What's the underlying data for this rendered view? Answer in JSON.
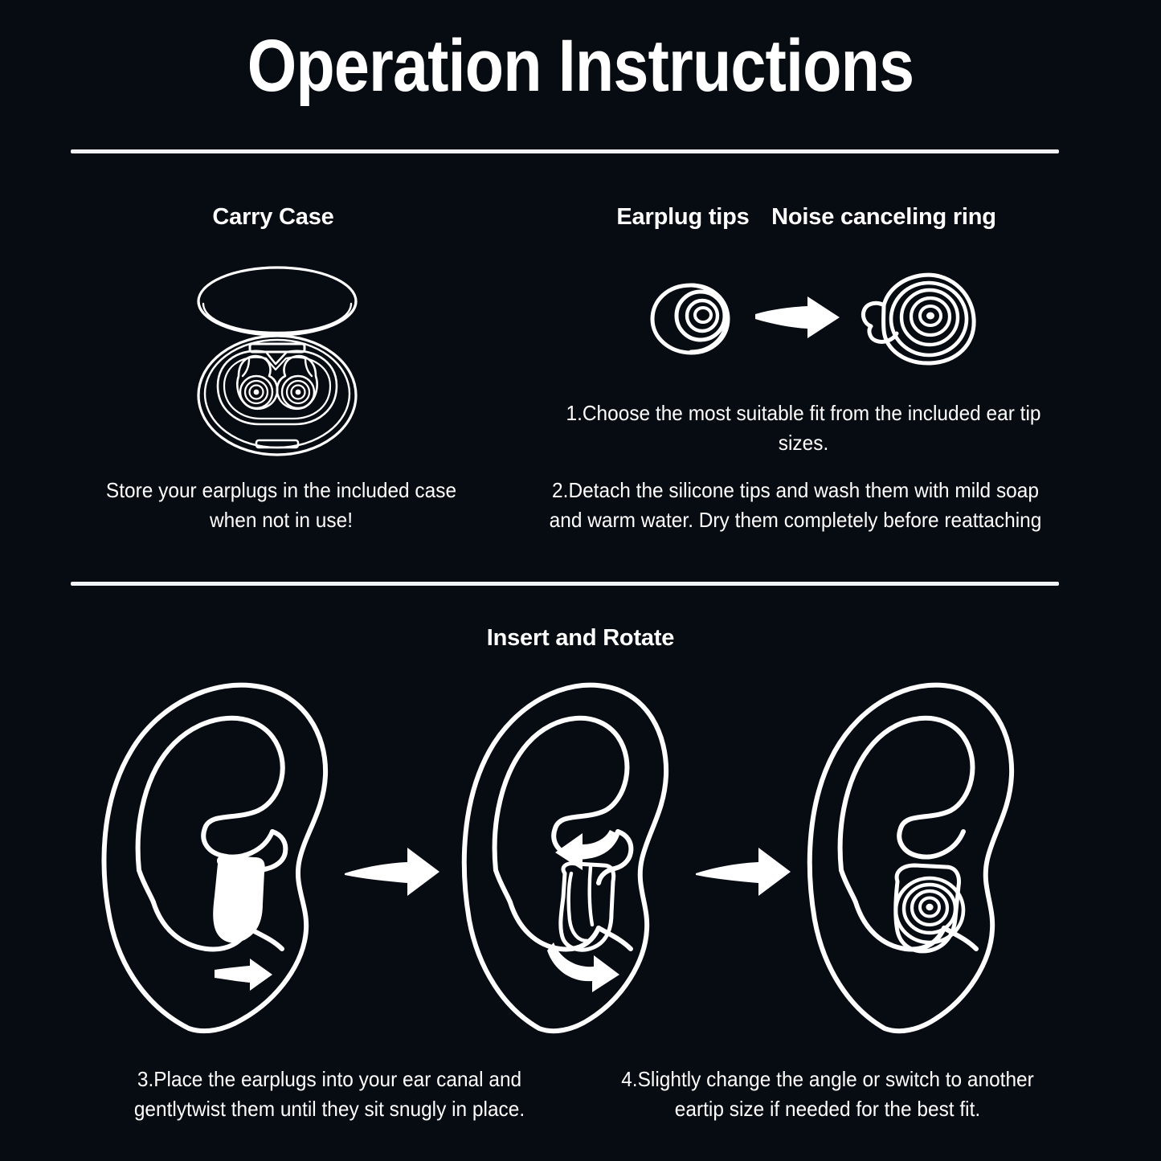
{
  "page": {
    "title": "Operation Instructions",
    "background_color": "#070b12",
    "foreground_color": "#ffffff"
  },
  "sections": {
    "top": {
      "carry_case": {
        "heading": "Carry Case",
        "illustration": "carry-case-open-with-two-earplugs",
        "caption": "Store your earplugs in the included case when not in use!"
      },
      "earplug_tips": {
        "heading": "Earplug tips",
        "illustration": "silicone-ear-tip"
      },
      "noise_canceling_ring": {
        "heading": "Noise canceling ring",
        "illustration": "earplug-with-noise-canceling-ring"
      },
      "arrow": "right-arrow-icon",
      "steps": [
        {
          "number": "1.",
          "text": "1.Choose the most suitable fit from the included ear tip sizes."
        },
        {
          "number": "2.",
          "text": "2.Detach the silicone tips and wash them with mild soap and warm water. Dry them completely before reattaching"
        }
      ]
    },
    "bottom": {
      "heading": "Insert and Rotate",
      "illustrations": [
        "ear-with-earplug-entering",
        "ear-with-rotation-arrows",
        "ear-with-earplug-seated"
      ],
      "arrows": [
        "right-arrow-icon",
        "right-arrow-icon"
      ],
      "steps": [
        {
          "number": "3.",
          "text": "3.Place the earplugs into your ear canal and gentlytwist them until they sit snugly in place."
        },
        {
          "number": "4.",
          "text": "4.Slightly change the angle or switch to another eartip size if needed for the best fit."
        }
      ]
    }
  }
}
